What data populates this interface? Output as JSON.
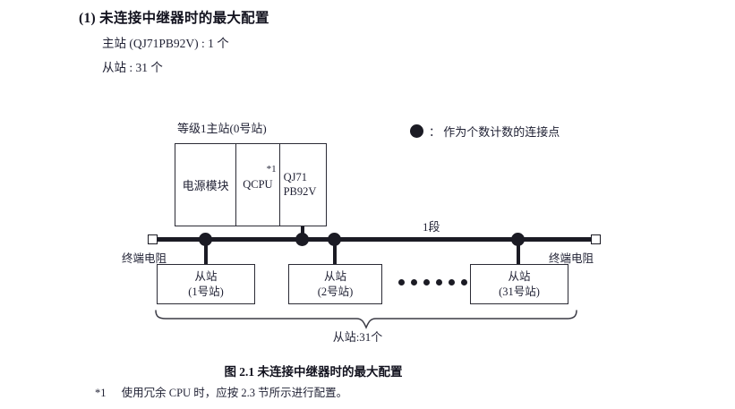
{
  "heading": {
    "number": "(1)",
    "title": "未连接中继器时的最大配置",
    "specs": [
      "主站 (QJ71PB92V) : 1 个",
      "从站 : 31 个"
    ]
  },
  "legend": {
    "symbol": "filled-circle",
    "text": "： 作为个数计数的连接点"
  },
  "diagram": {
    "master": {
      "label": "等级1主站(0号站)",
      "cells": [
        {
          "name": "power-supply-module",
          "text": "电源模块"
        },
        {
          "name": "qcpu-module",
          "text": "QCPU",
          "note": "*1"
        },
        {
          "name": "qj71pb92v-module",
          "line1": "QJ71",
          "line2": "PB92V"
        }
      ]
    },
    "bus": {
      "segment_label": "1段",
      "terminator_left": "终端电阻",
      "terminator_right": "终端电阻"
    },
    "slaves": [
      {
        "title": "从站",
        "station": "(1号站)"
      },
      {
        "title": "从站",
        "station": "(2号站)"
      },
      {
        "title": "从站",
        "station": "(31号站)"
      }
    ],
    "ellipsis_count": 6,
    "brace_caption": "从站:31个"
  },
  "figure": {
    "caption": "图 2.1  未连接中继器时的最大配置"
  },
  "footnote": {
    "mark": "*1",
    "text": "使用冗余 CPU 时，应按 2.3 节所示进行配置。"
  },
  "colors": {
    "ink": "#1f2033",
    "line": "#1b1b24",
    "paper": "#ffffff"
  }
}
